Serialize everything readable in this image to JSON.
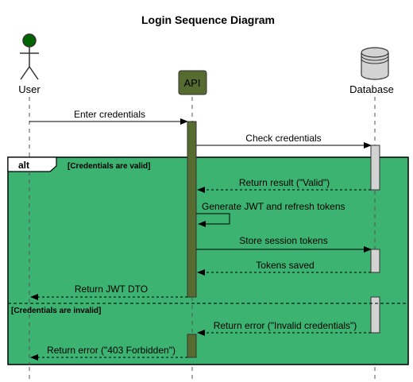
{
  "title": "Login Sequence Diagram",
  "participants": [
    {
      "id": "user",
      "label": "User",
      "kind": "actor"
    },
    {
      "id": "api",
      "label": "API",
      "kind": "participant"
    },
    {
      "id": "db",
      "label": "Database",
      "kind": "database"
    }
  ],
  "fragment": {
    "keyword": "alt",
    "guard_valid": "[Credentials are valid]",
    "guard_invalid": "[Credentials are invalid]"
  },
  "messages": [
    {
      "from": "user",
      "to": "api",
      "label": "Enter credentials",
      "style": "sync"
    },
    {
      "from": "api",
      "to": "db",
      "label": "Check credentials",
      "style": "sync"
    },
    {
      "from": "db",
      "to": "api",
      "label": "Return result (\"Valid\")",
      "style": "return"
    },
    {
      "from": "api",
      "to": "api",
      "label": "Generate JWT and refresh tokens",
      "style": "self"
    },
    {
      "from": "api",
      "to": "db",
      "label": "Store session tokens",
      "style": "sync"
    },
    {
      "from": "db",
      "to": "api",
      "label": "Tokens saved",
      "style": "return"
    },
    {
      "from": "api",
      "to": "user",
      "label": "Return JWT DTO",
      "style": "return"
    },
    {
      "from": "db",
      "to": "api",
      "label": "Return error (\"Invalid credentials\")",
      "style": "return"
    },
    {
      "from": "api",
      "to": "user",
      "label": "Return error (\"403 Forbidden\")",
      "style": "return"
    }
  ],
  "colors": {
    "fragment_fill": "#3cb371",
    "activation_api": "#556b2f",
    "activation_db": "#d3d3d3",
    "actor_head": "#006400",
    "api_box": "#556b2f",
    "db_fill": "#d3d3d3"
  }
}
